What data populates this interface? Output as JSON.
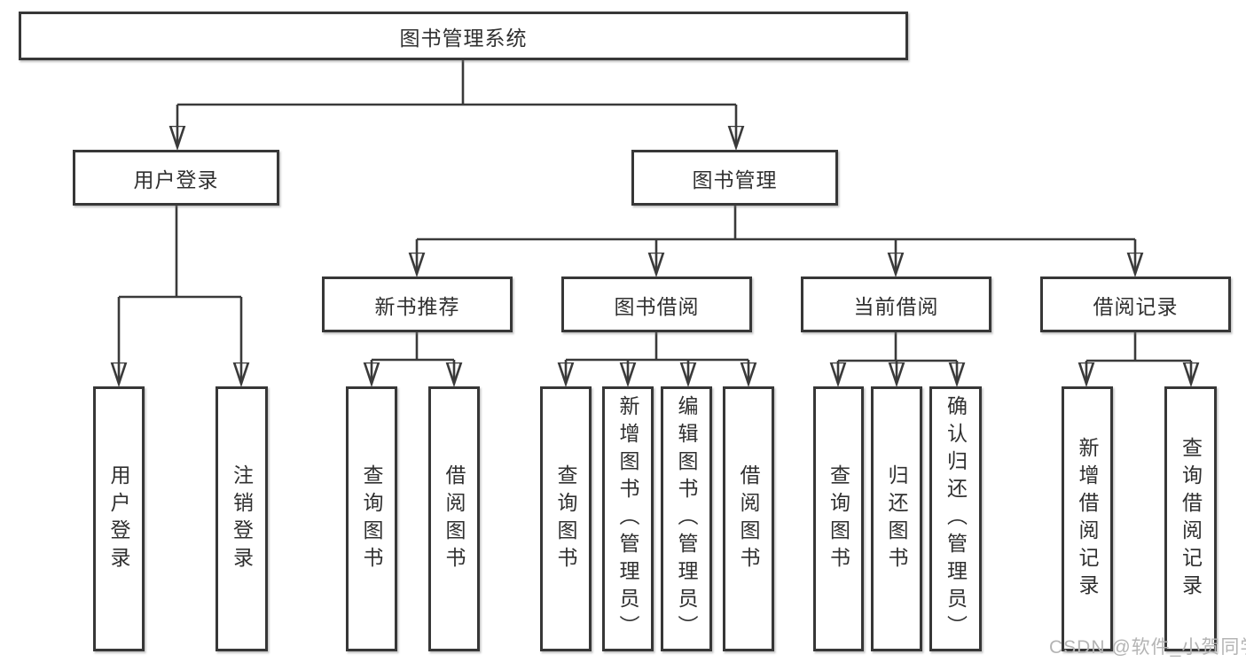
{
  "diagram": {
    "root": {
      "label": "图书管理系统"
    },
    "branches": [
      {
        "label": "用户登录",
        "children": [
          {
            "label": "用户登录"
          },
          {
            "label": "注销登录"
          }
        ]
      },
      {
        "label": "图书管理",
        "children": [
          {
            "label": "新书推荐",
            "children": [
              {
                "label": "查询图书"
              },
              {
                "label": "借阅图书"
              }
            ]
          },
          {
            "label": "图书借阅",
            "children": [
              {
                "label": "查询图书"
              },
              {
                "label": "新增图书（管理员）"
              },
              {
                "label": "编辑图书（管理员）"
              },
              {
                "label": "借阅图书"
              }
            ]
          },
          {
            "label": "当前借阅",
            "children": [
              {
                "label": "查询图书"
              },
              {
                "label": "归还图书"
              },
              {
                "label": "确认归还（管理员）"
              }
            ]
          },
          {
            "label": "借阅记录",
            "children": [
              {
                "label": "新增借阅记录"
              },
              {
                "label": "查询借阅记录"
              }
            ]
          }
        ]
      }
    ]
  },
  "colors": {
    "line": "#3a3a3a",
    "border": "#373737",
    "text": "#303030",
    "watermark": "#b4b4b4",
    "background": "#ffffff"
  },
  "watermark": "CSDN @软件_小贺同学"
}
